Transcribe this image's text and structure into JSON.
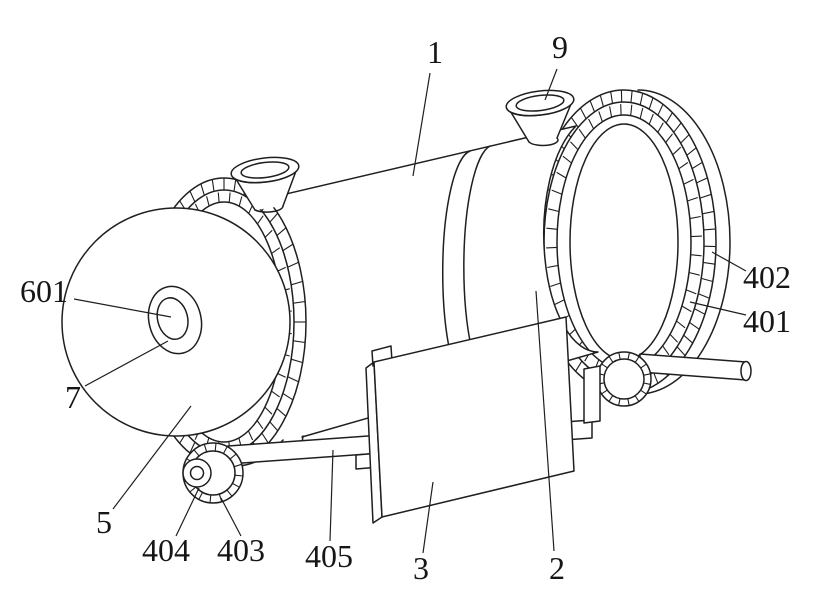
{
  "figure": {
    "colors": {
      "background": "#ffffff",
      "ink": "#1f1f1f"
    },
    "labels": {
      "n1": "1",
      "n2": "2",
      "n3": "3",
      "n5": "5",
      "n7": "7",
      "n9": "9",
      "n401": "401",
      "n402": "402",
      "n403": "403",
      "n404": "404",
      "n405": "405",
      "n601": "601"
    }
  }
}
